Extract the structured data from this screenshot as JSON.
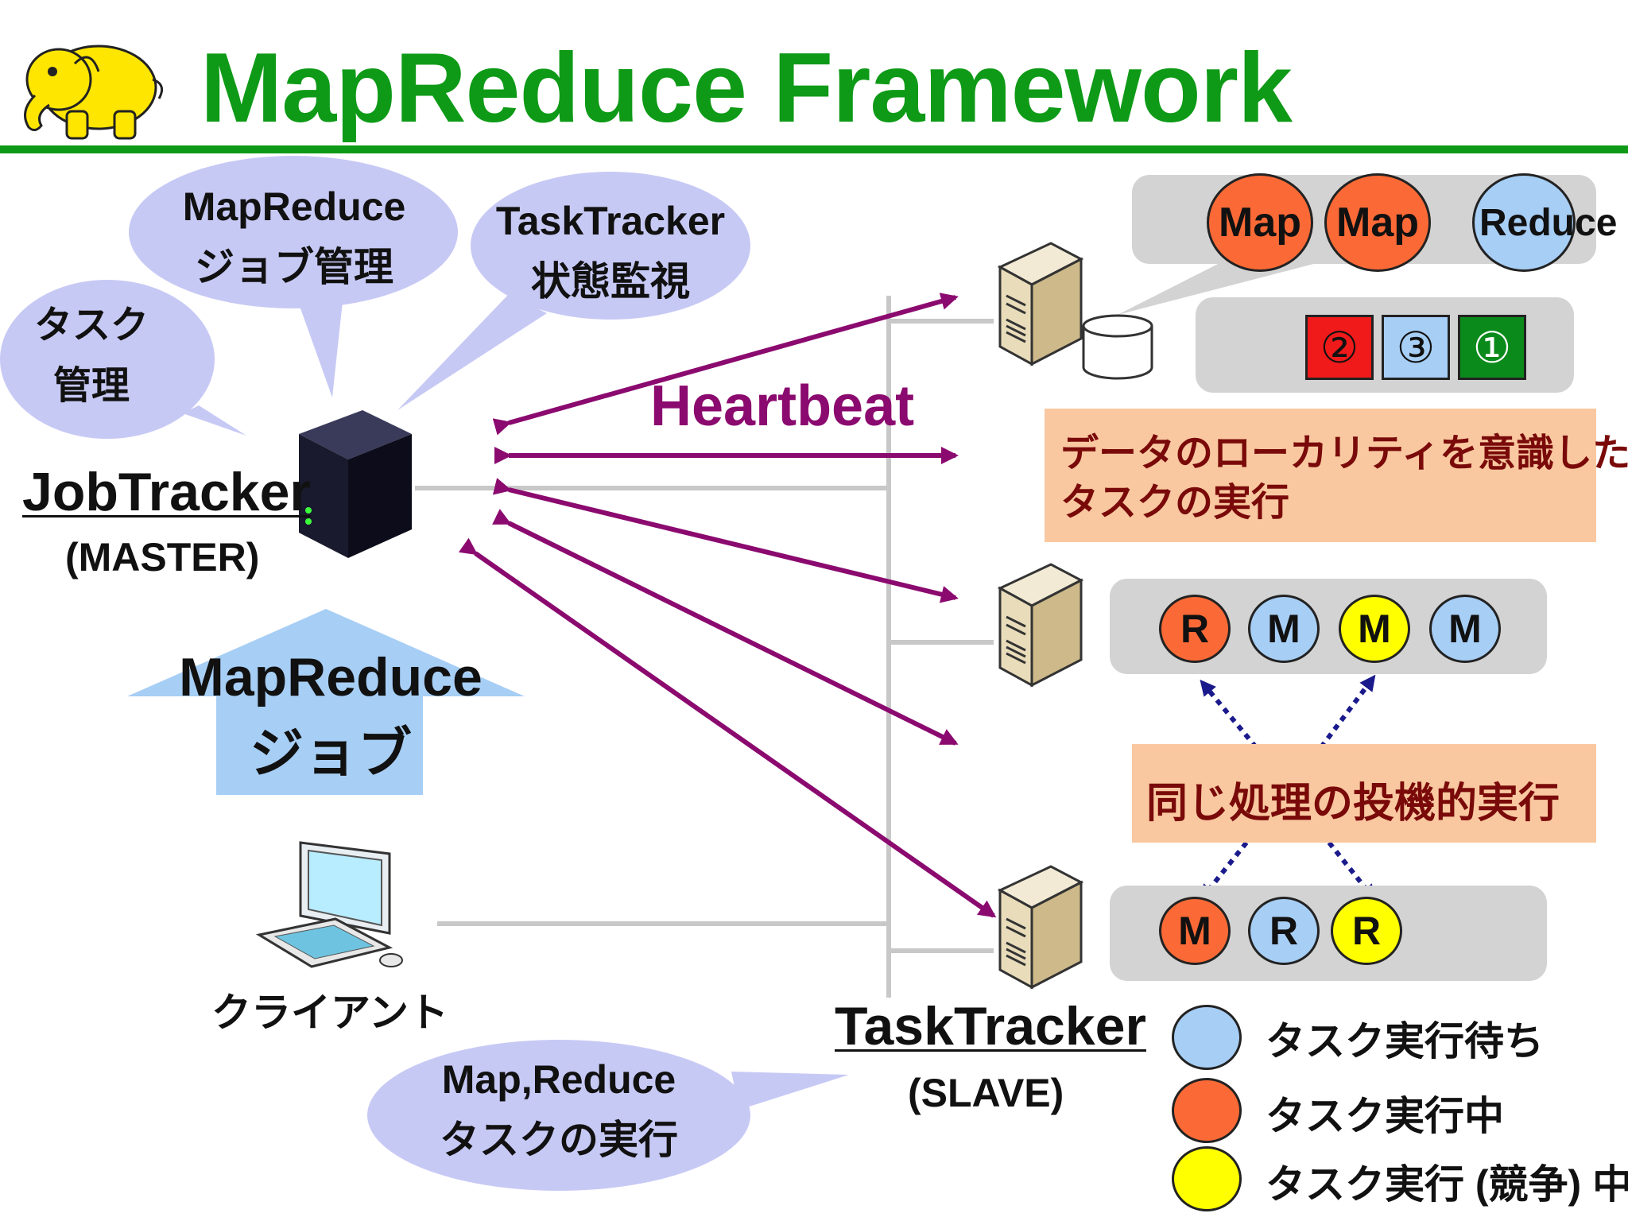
{
  "title": "MapReduce Framework",
  "bubbles": {
    "task_mgmt": [
      "タスク",
      "管理"
    ],
    "job_mgmt": [
      "MapReduce",
      "ジョブ管理"
    ],
    "tracker_watch": [
      "TaskTracker",
      "状態監視"
    ],
    "execute": [
      "Map,Reduce",
      "タスクの実行"
    ]
  },
  "jobtracker": {
    "name": "JobTracker",
    "role": "(MASTER)"
  },
  "tasktracker": {
    "name": "TaskTracker",
    "role": "(SLAVE)"
  },
  "heartbeat": "Heartbeat",
  "job_arrow": [
    "MapReduce",
    "ジョブ"
  ],
  "client": "クライアント",
  "node1_tasks": [
    "Map",
    "Map",
    "Reduce"
  ],
  "node1_blocks": [
    "②",
    "③",
    "①"
  ],
  "locality_note": [
    "データのローカリティを意識した",
    "タスクの実行"
  ],
  "node2_tasks": [
    "R",
    "M",
    "M",
    "M"
  ],
  "speculative_note": "同じ処理の投機的実行",
  "node3_tasks": [
    "M",
    "R",
    "R"
  ],
  "legend": {
    "waiting": "タスク実行待ち",
    "running": "タスク実行中",
    "speculative": "タスク実行 (競争) 中"
  },
  "colors": {
    "green": "#0e9a17",
    "purple_arrow": "#8b0a6f",
    "bubble": "#c7c9f5",
    "waiting": "#a7cef5",
    "running": "#fb6a36",
    "speculative": "#ffff00",
    "block_red": "#f01a1a",
    "block_blue": "#a7cef5",
    "block_green": "#0a8a1a",
    "peach": "#f9c8a0",
    "gray": "#d3d3d3"
  },
  "icons": [
    "elephant-logo-icon",
    "server-tower-icon",
    "server-beige-icon",
    "disk-cylinder-icon",
    "desktop-computer-icon"
  ]
}
